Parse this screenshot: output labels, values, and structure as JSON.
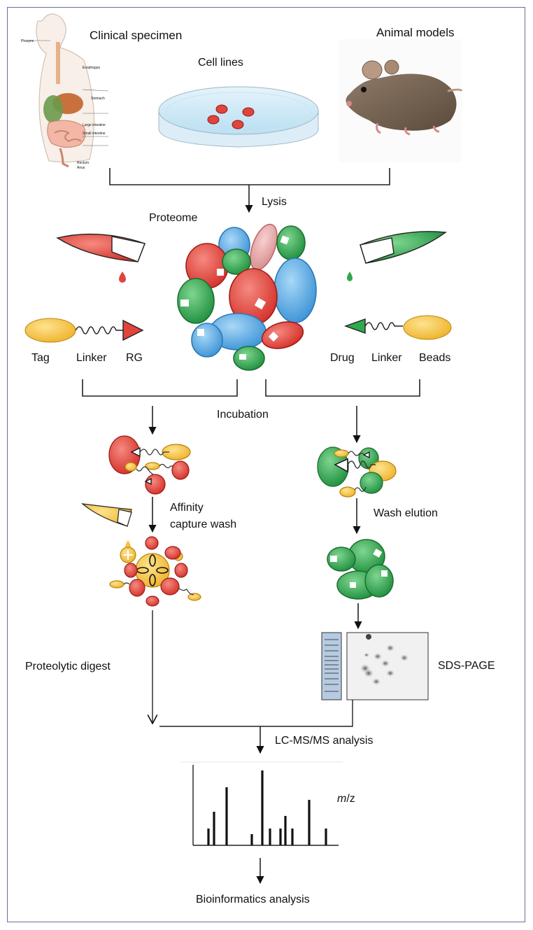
{
  "sources": {
    "clinical": "Clinical specimen",
    "cells": "Cell lines",
    "animal": "Animal models"
  },
  "anatomy_labels": [
    "Pharynx",
    "Esophagus",
    "Stomach",
    "Large intestine",
    "Small intestine",
    "Rectum",
    "Anus"
  ],
  "steps": {
    "lysis": "Lysis",
    "proteome": "Proteome",
    "incubation": "Incubation",
    "affinity_line1": "Affinity",
    "affinity_line2": "capture wash",
    "wash_elution": "Wash elution",
    "proteolytic": "Proteolytic digest",
    "sds_page": "SDS-PAGE",
    "lcms": "LC-MS/MS analysis",
    "bioinformatics": "Bioinformatics analysis"
  },
  "probe_left": {
    "tag": "Tag",
    "linker": "Linker",
    "rg": "RG"
  },
  "probe_right": {
    "drug": "Drug",
    "linker": "Linker",
    "beads": "Beads"
  },
  "spectrum": {
    "axis_label_italic": "m",
    "axis_label_rest": "/z"
  },
  "colors": {
    "red": "#e0443c",
    "green": "#2fa84f",
    "blue": "#4aa3e0",
    "pink": "#e8a3a3",
    "yellow": "#f5c242",
    "frame": "#6b6f9a"
  }
}
